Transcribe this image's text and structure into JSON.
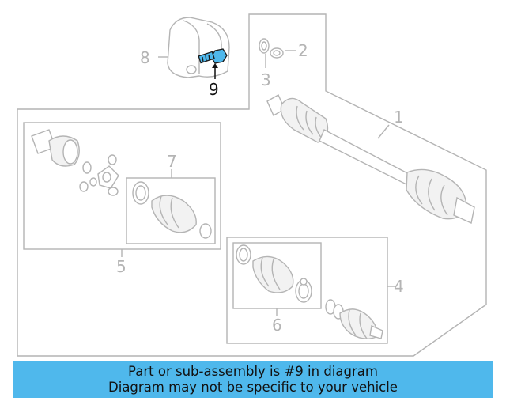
{
  "diagram": {
    "callouts": {
      "c1": "1",
      "c2": "2",
      "c3": "3",
      "c4": "4",
      "c5": "5",
      "c6": "6",
      "c7": "7",
      "c8": "8",
      "c9": "9"
    },
    "highlight_color": "#4fb8ec",
    "part_color": "#b4b4b4"
  },
  "banner": {
    "line1": "Part or sub-assembly is #9 in diagram",
    "line2": "Diagram may not be specific to your vehicle",
    "background": "#4fb8ec"
  }
}
